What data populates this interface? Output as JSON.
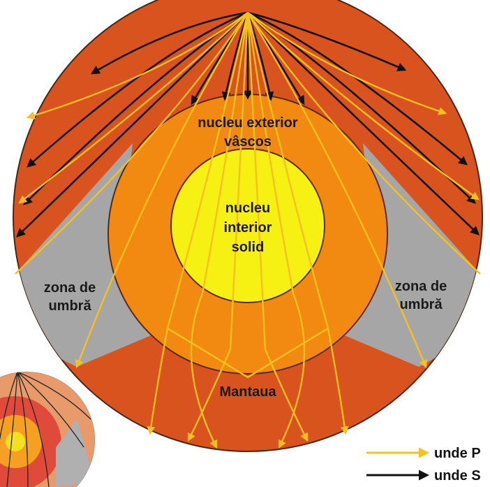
{
  "labels": {
    "outer_core_line1": "nucleu exterior",
    "outer_core_line2": "vâscos",
    "inner_core_line1": "nucleu",
    "inner_core_line2": "interior",
    "inner_core_line3": "solid",
    "shadow_left_line1": "zona de",
    "shadow_left_line2": "umbră",
    "shadow_right_line1": "zona de",
    "shadow_right_line2": "umbră",
    "mantle": "Mantaua"
  },
  "legend": {
    "p_waves": "unde P",
    "s_waves": "unde S"
  },
  "colors": {
    "mantle": "#d9531e",
    "outer_core": "#f28a12",
    "inner_core": "#f7f013",
    "shadow_zone": "#a6a6a6",
    "p_wave": "#f5c020",
    "s_wave": "#111111",
    "boundary": "#5a2a10"
  }
}
